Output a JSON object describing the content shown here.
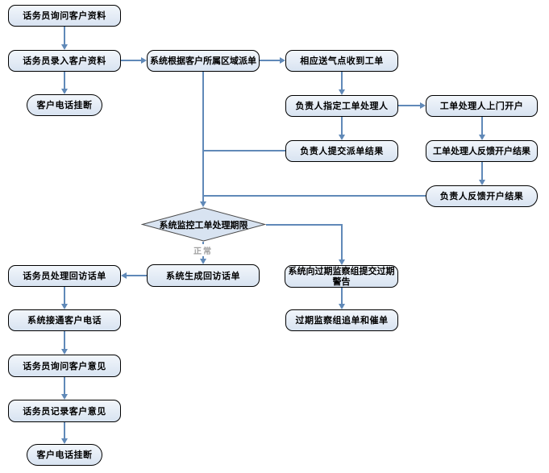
{
  "diagram": {
    "type": "flowchart",
    "nodes": {
      "ask_info": "话务员询问客户资料",
      "enter_info": "话务员录入客户资料",
      "hangup_after_entry": "客户电话挂断",
      "dispatch_by_region": "系统根据客户所属区域派单",
      "station_receive": "相应送气点收到工单",
      "assign_handler": "负责人指定工单处理人",
      "door_open_account": "工单处理人上门开户",
      "submit_dispatch_result": "负责人提交派单结果",
      "handler_feedback": "工单处理人反馈开户结果",
      "leader_feedback": "负责人反馈开户结果",
      "monitor_deadline": "系统监控工单处理期限",
      "generate_callback": "系统生成回访话单",
      "handle_callback": "话务员处理回访话单",
      "overdue_warning": "系统向过期监察组提交过期\n警告",
      "overdue_chase": "过期监察组追单和催单",
      "connect_call": "系统接通客户电话",
      "ask_opinion": "话务员询问客户意见",
      "record_opinion": "话务员记录客户意见",
      "hangup_after_record": "客户电话挂断"
    },
    "edge_labels": {
      "normal": "正常"
    },
    "colors": {
      "line-color": "#6089b8",
      "node-border": "#000000",
      "node-fill-top": "#f2f6fb",
      "node-fill-bottom": "#d8e3f1",
      "label-muted": "#a0a0a0",
      "text-color": "#000000",
      "background": "#ffffff"
    }
  }
}
